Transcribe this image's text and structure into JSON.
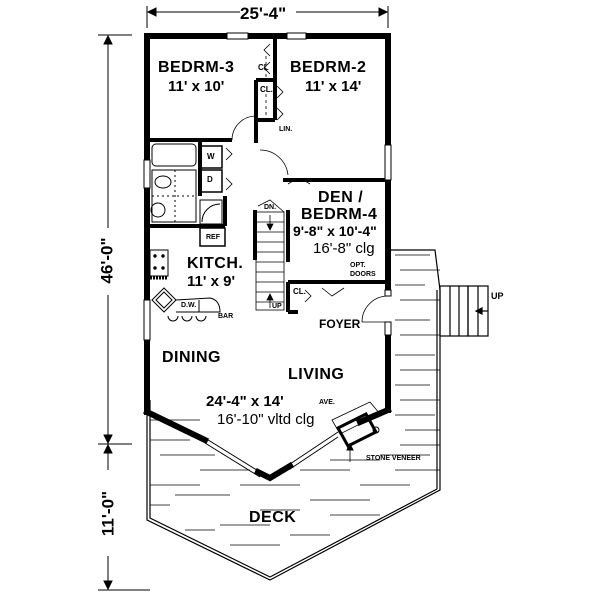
{
  "plan": {
    "overall_width": "25'-4\"",
    "overall_depth_house": "46'-0\"",
    "overall_depth_deck": "11'-0\""
  },
  "rooms": {
    "bedroom3": {
      "name": "BEDRM-3",
      "size": "11' x 10'"
    },
    "bedroom2": {
      "name": "BEDRM-2",
      "size": "11' x 14'"
    },
    "den": {
      "name_line1": "DEN /",
      "name_line2": "BEDRM-4",
      "size": "9'-8\" x 10'-4\"",
      "ceiling": "16'-8\" clg"
    },
    "kitchen": {
      "name": "KITCH.",
      "size": "11' x 9'"
    },
    "dining": {
      "name": "DINING"
    },
    "living": {
      "name": "LIVING",
      "size": "24'-4\" x 14'",
      "size_note": "AVE.",
      "ceiling": "16'-10\" vltd clg"
    },
    "foyer": {
      "name": "FOYER"
    },
    "deck": {
      "name": "DECK"
    }
  },
  "fixtures": {
    "closet1": "CL",
    "closet2": "CL.",
    "closet3": "CL.",
    "linen": "LIN.",
    "washer": "W",
    "dryer": "D",
    "refrigerator": "REF",
    "dishwasher": "D.W.",
    "bar": "BAR",
    "stairs_down": "DN.",
    "stairs_up": "UP",
    "opt_doors_line1": "OPT.",
    "opt_doors_line2": "DOORS",
    "deck_stairs_up": "UP",
    "stone_veneer": "STONE VENEER"
  }
}
